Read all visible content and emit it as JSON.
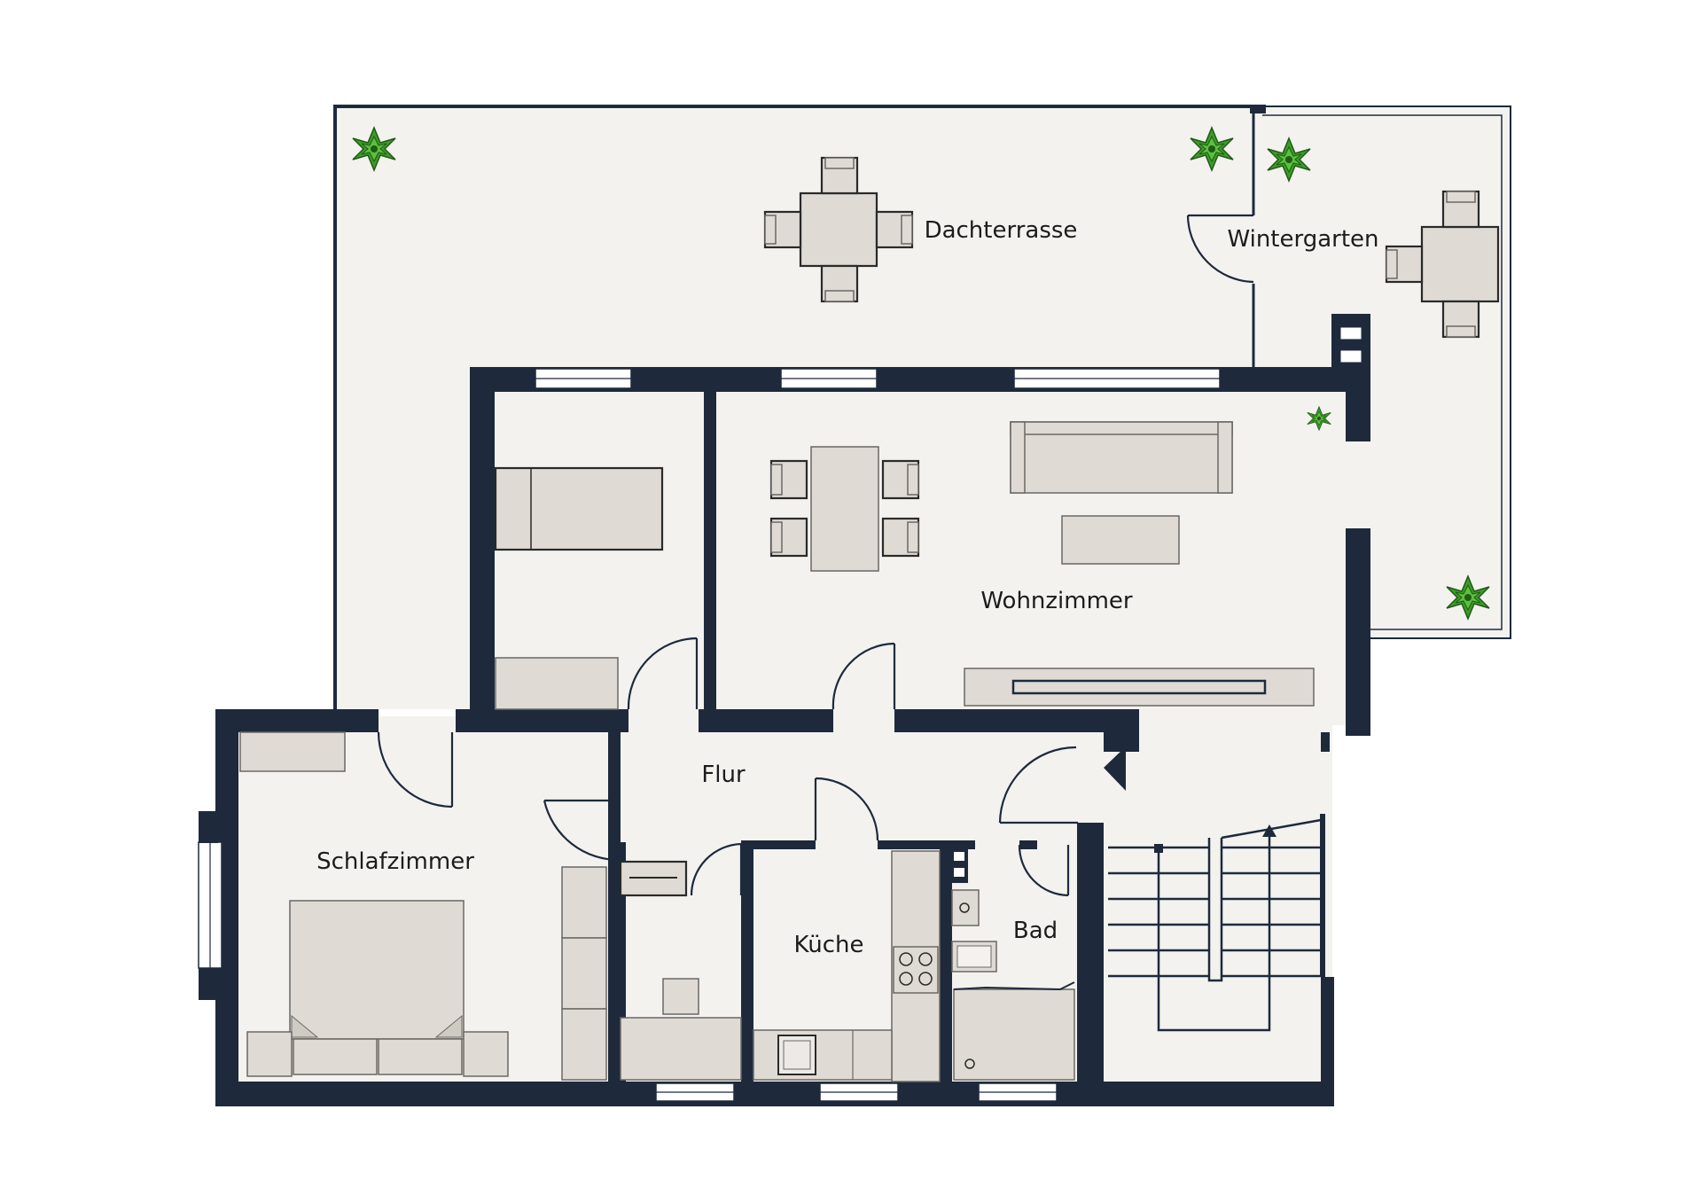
{
  "rooms": {
    "dachterrasse": "Dachterrasse",
    "wintergarten": "Wintergarten",
    "wohnzimmer": "Wohnzimmer",
    "flur": "Flur",
    "schlafzimmer": "Schlafzimmer",
    "kueche": "Küche",
    "bad": "Bad"
  },
  "icons": {
    "plant": "plant-icon",
    "entrance_arrow": "entrance-arrow-icon",
    "stair_arrow": "stair-direction-icon"
  },
  "colors": {
    "wall": "#1e2a3c",
    "floor": "#f3f2ef",
    "furniture": "#dfdbd4",
    "plant": "#3f9a2c"
  }
}
